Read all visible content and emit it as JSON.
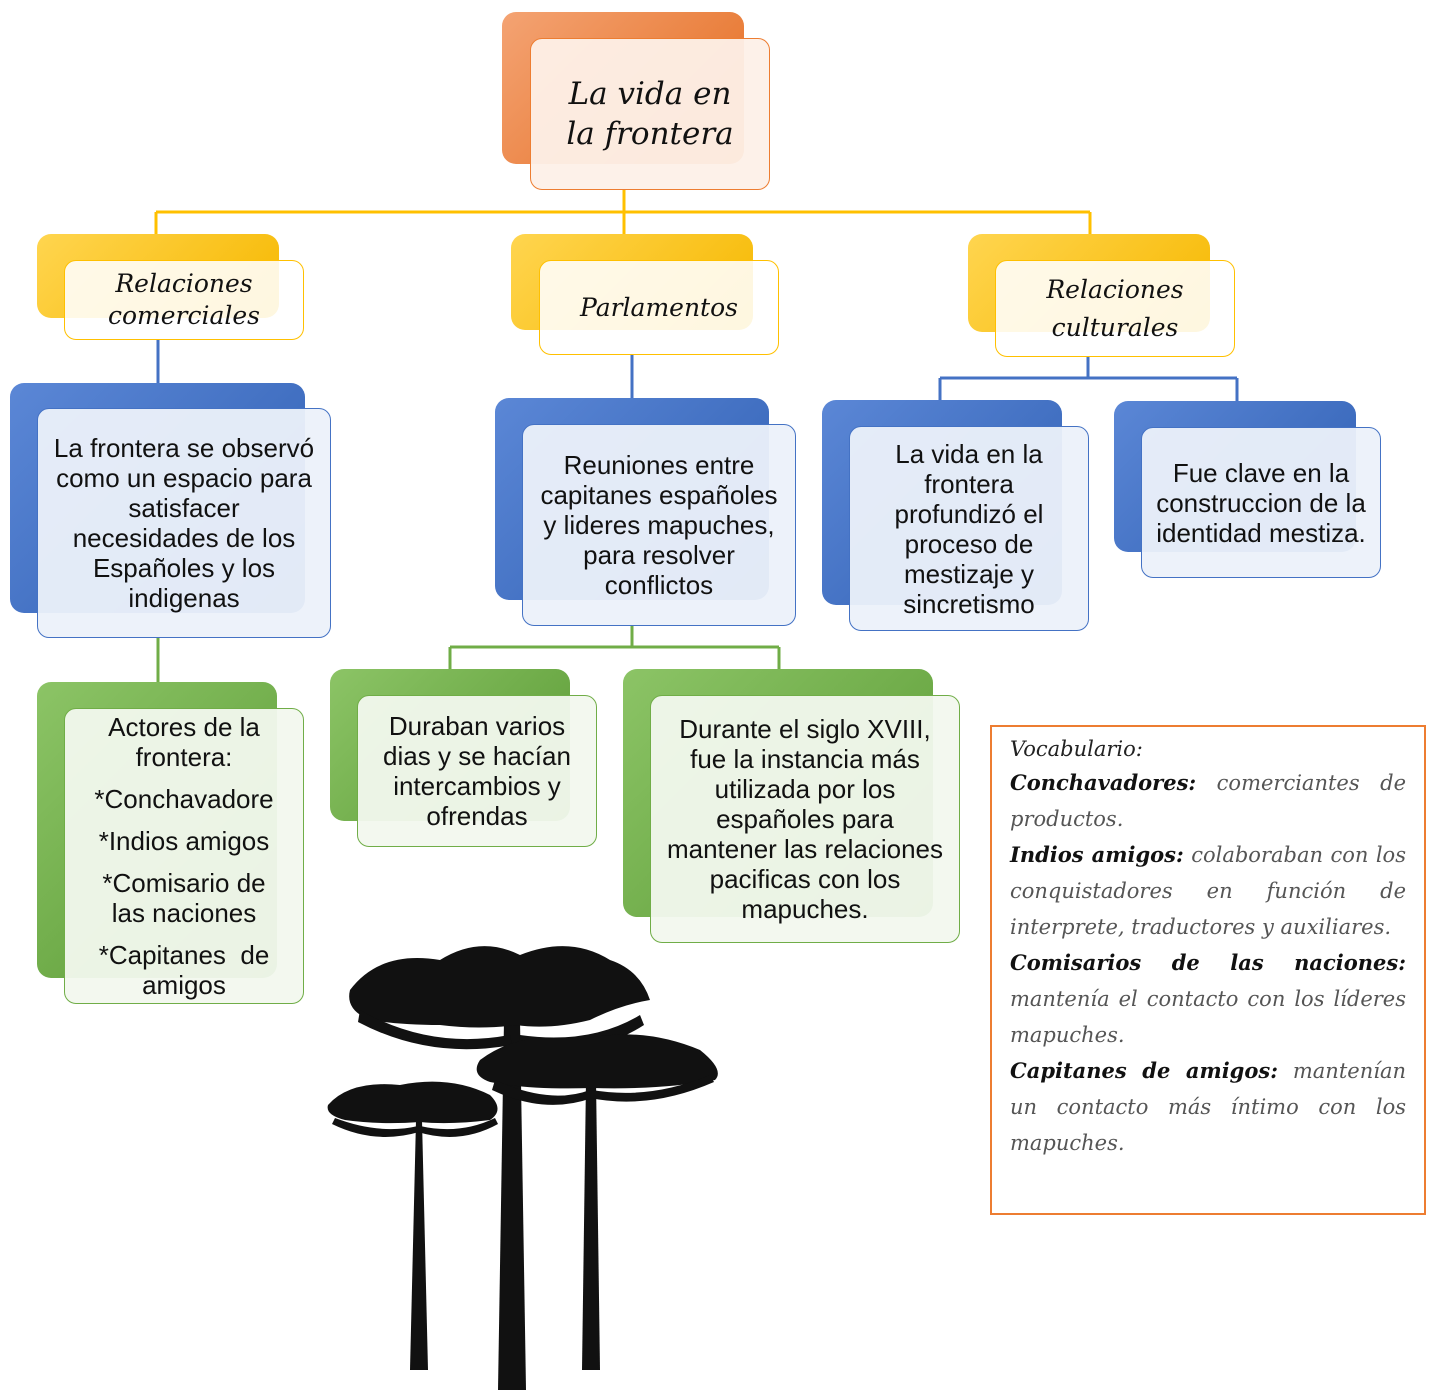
{
  "title": "La vida en la frontera",
  "branches": {
    "comercial": {
      "label": "Relaciones comerciales",
      "desc": "La frontera se observó como un espacio para satisfacer necesidades de los Españoles y los indigenas",
      "actors_title": "Actores de la frontera:",
      "actors": [
        "*Conchavadore",
        "*Indios amigos",
        "*Comisario de las naciones",
        "*Capitanes  de amigos"
      ]
    },
    "parlamentos": {
      "label": "Parlamentos",
      "desc": "Reuniones entre capitanes españoles y lideres mapuches, para resolver conflictos",
      "detail1": "Duraban varios dias y se hacían intercambios y ofrendas",
      "detail2": "Durante el siglo XVIII, fue la instancia más utilizada por los españoles para mantener las relaciones pacificas con los mapuches."
    },
    "cultural": {
      "label": "Relaciones culturales",
      "detail1": "La vida en la frontera profundizó el proceso de mestizaje y sincretismo",
      "detail2": "Fue clave en la construccion de la identidad mestiza."
    }
  },
  "vocabulary": {
    "title": "Vocabulario:",
    "entries": [
      {
        "term": "Conchavadores:",
        "definition": "comerciantes de productos."
      },
      {
        "term": "Indios amigos:",
        "definition": "colaboraban con los conquistadores en función de interprete, traductores y auxiliares."
      },
      {
        "term": "Comisarios de las naciones:",
        "definition": "mantenía el contacto con los líderes mapuches."
      },
      {
        "term": "Capitanes de amigos:",
        "definition": "mantenían un contacto más íntimo con los mapuches."
      }
    ]
  },
  "colors": {
    "orange": "#ed7d31",
    "yellow": "#ffc000",
    "blue": "#4472c4",
    "green": "#70ad47"
  },
  "decoration": "araucaria-trees-silhouette"
}
